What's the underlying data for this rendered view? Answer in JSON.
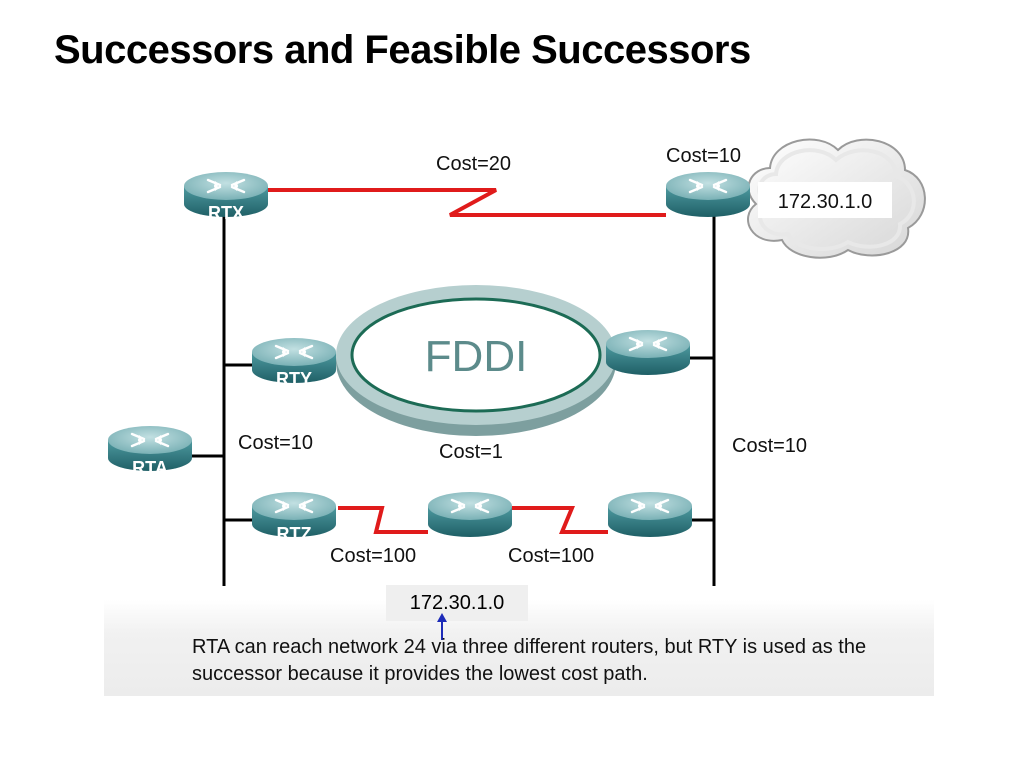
{
  "title": "Successors and Feasible Successors",
  "routers": {
    "rtx": "RTX",
    "rty": "RTY",
    "rta": "RTA",
    "rtz": "RTZ"
  },
  "ring_label": "FDDI",
  "network": "172.30.1.0",
  "costs": {
    "serial_top": "Cost=20",
    "top_right": "Cost=10",
    "left_segment": "Cost=10",
    "fddi": "Cost=1",
    "right_segment": "Cost=10",
    "serial_bottom_left": "Cost=100",
    "serial_bottom_right": "Cost=100"
  },
  "caption": "RTA can reach network 24 via three different routers, but RTY is used as the successor because it provides the lowest cost path.",
  "colors": {
    "serial_link": "#e01b1b",
    "router_body": "#2f7f86",
    "router_top": "#8cbfc3",
    "fddi_ring": "#8fb3b3",
    "arrow": "#1d2bb8"
  },
  "icons": {
    "router": "router-icon",
    "cloud": "cloud-icon",
    "ring": "fddi-ring-icon"
  }
}
